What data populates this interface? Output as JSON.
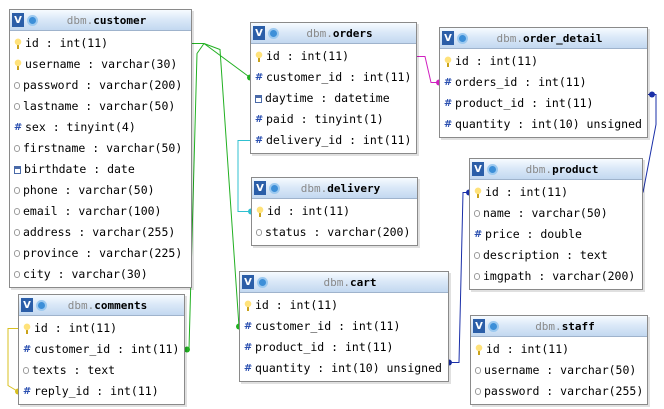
{
  "tables": {
    "customer": {
      "db": "dbm.",
      "name": "customer",
      "fields": [
        {
          "icon": "key",
          "text": "id : int(11)"
        },
        {
          "icon": "key",
          "text": "username : varchar(30)"
        },
        {
          "icon": "str",
          "text": "password : varchar(200)"
        },
        {
          "icon": "str",
          "text": "lastname : varchar(50)"
        },
        {
          "icon": "num",
          "text": "sex : tinyint(4)"
        },
        {
          "icon": "str",
          "text": "firstname : varchar(50)"
        },
        {
          "icon": "dt",
          "text": "birthdate : date"
        },
        {
          "icon": "str",
          "text": "phone : varchar(50)"
        },
        {
          "icon": "str",
          "text": "email : varchar(100)"
        },
        {
          "icon": "str",
          "text": "address : varchar(255)"
        },
        {
          "icon": "str",
          "text": "province : varchar(225)"
        },
        {
          "icon": "str",
          "text": "city : varchar(30)"
        }
      ]
    },
    "orders": {
      "db": "dbm.",
      "name": "orders",
      "fields": [
        {
          "icon": "key",
          "text": "id : int(11)"
        },
        {
          "icon": "num",
          "text": "customer_id : int(11)"
        },
        {
          "icon": "dt",
          "text": "daytime : datetime"
        },
        {
          "icon": "num",
          "text": "paid : tinyint(1)"
        },
        {
          "icon": "num",
          "text": "delivery_id : int(11)"
        }
      ]
    },
    "order_detail": {
      "db": "dbm.",
      "name": "order_detail",
      "fields": [
        {
          "icon": "key",
          "text": "id : int(11)"
        },
        {
          "icon": "num",
          "text": "orders_id : int(11)"
        },
        {
          "icon": "num",
          "text": "product_id : int(11)"
        },
        {
          "icon": "num",
          "text": "quantity : int(10) unsigned"
        }
      ]
    },
    "delivery": {
      "db": "dbm.",
      "name": "delivery",
      "fields": [
        {
          "icon": "key",
          "text": "id : int(11)"
        },
        {
          "icon": "str",
          "text": "status : varchar(200)"
        }
      ]
    },
    "product": {
      "db": "dbm.",
      "name": "product",
      "fields": [
        {
          "icon": "key",
          "text": "id : int(11)"
        },
        {
          "icon": "str",
          "text": "name : varchar(50)"
        },
        {
          "icon": "num",
          "text": "price : double"
        },
        {
          "icon": "str",
          "text": "description : text"
        },
        {
          "icon": "str",
          "text": "imgpath : varchar(200)"
        }
      ]
    },
    "comments": {
      "db": "dbm.",
      "name": "comments",
      "fields": [
        {
          "icon": "key",
          "text": "id : int(11)"
        },
        {
          "icon": "num",
          "text": "customer_id : int(11)"
        },
        {
          "icon": "str",
          "text": "texts : text"
        },
        {
          "icon": "num",
          "text": "reply_id : int(11)"
        }
      ]
    },
    "cart": {
      "db": "dbm.",
      "name": "cart",
      "fields": [
        {
          "icon": "key",
          "text": "id : int(11)"
        },
        {
          "icon": "num",
          "text": "customer_id : int(11)"
        },
        {
          "icon": "num",
          "text": "product_id : int(11)"
        },
        {
          "icon": "num",
          "text": "quantity : int(10) unsigned"
        }
      ]
    },
    "staff": {
      "db": "dbm.",
      "name": "staff",
      "fields": [
        {
          "icon": "key",
          "text": "id : int(11)"
        },
        {
          "icon": "str",
          "text": "username : varchar(50)"
        },
        {
          "icon": "str",
          "text": "password : varchar(255)"
        }
      ]
    }
  },
  "header_button_label": "V",
  "colors": {
    "link_green": "#22b022",
    "link_magenta": "#d020c0",
    "link_cyan": "#30c0d0",
    "link_blue": "#1a2fa8",
    "link_yellow": "#d8c020",
    "header_button": "#2b5ea8"
  },
  "relations": [
    {
      "from": "orders.customer_id",
      "to": "customer.id",
      "color": "link_green"
    },
    {
      "from": "cart.customer_id",
      "to": "customer.id",
      "color": "link_green"
    },
    {
      "from": "comments.customer_id",
      "to": "customer.id",
      "color": "link_green"
    },
    {
      "from": "order_detail.orders_id",
      "to": "orders.id",
      "color": "link_magenta"
    },
    {
      "from": "orders.delivery_id",
      "to": "delivery.id",
      "color": "link_cyan"
    },
    {
      "from": "order_detail.product_id",
      "to": "product.id",
      "color": "link_blue"
    },
    {
      "from": "cart.product_id",
      "to": "product.id",
      "color": "link_blue"
    },
    {
      "from": "comments.reply_id",
      "to": "comments.id",
      "color": "link_yellow"
    }
  ]
}
